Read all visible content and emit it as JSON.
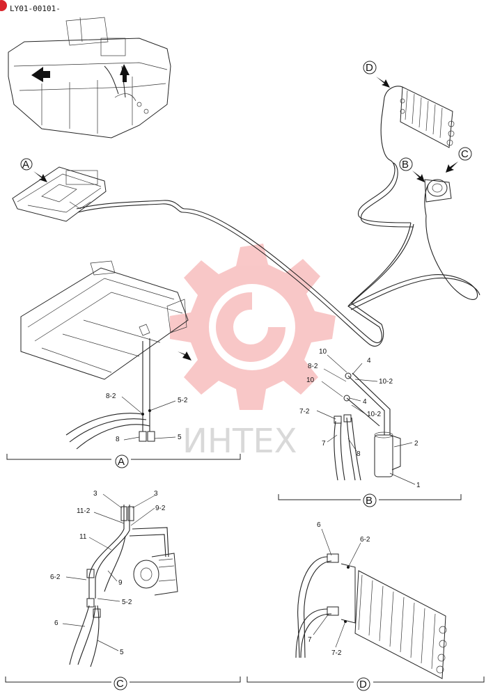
{
  "header": {
    "code": "LY01-00101-"
  },
  "watermark": {
    "text": "ИНТЕХ"
  },
  "views": [
    {
      "id": "A",
      "label": "A"
    },
    {
      "id": "B",
      "label": "B"
    },
    {
      "id": "C",
      "label": "C"
    },
    {
      "id": "D",
      "label": "D"
    }
  ],
  "callouts": {
    "A": [
      "8-2",
      "5-2",
      "8",
      "5"
    ],
    "B": [
      "10",
      "4",
      "8-2",
      "10-2",
      "10",
      "4",
      "7-2",
      "10-2",
      "7",
      "8",
      "2",
      "1"
    ],
    "C": [
      "3",
      "3",
      "11-2",
      "9-2",
      "11",
      "6-2",
      "9",
      "5-2",
      "6",
      "5"
    ],
    "D": [
      "6",
      "6-2",
      "7",
      "7-2"
    ]
  },
  "colors": {
    "line": "#222222",
    "watermark": "#e83a3a",
    "badge": "#d9242b"
  }
}
